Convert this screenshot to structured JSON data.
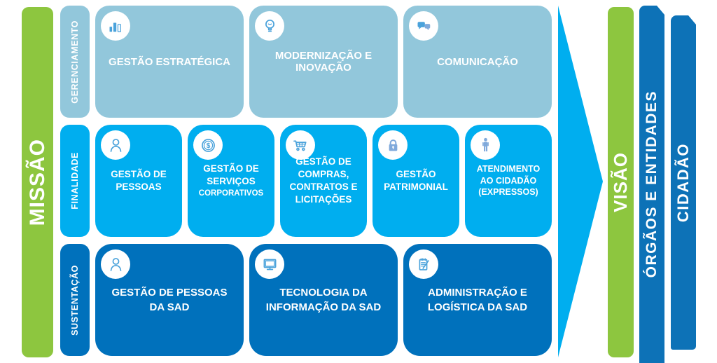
{
  "colors": {
    "green": "#8DC63F",
    "light_blue": "#92C7DB",
    "cyan_blue": "#00AEEF",
    "dark_blue": "#0071BC",
    "right_bar_blue": "#0D72B7",
    "icon_stroke_blue": "#4AA2DB",
    "icon_fill_blue": "#7FA9DB",
    "text": "#FFFFFF"
  },
  "left_axis": {
    "mission": "MISSÃO"
  },
  "rows": [
    {
      "label": "GERENCIAMENTO",
      "boxes": [
        {
          "title": "GESTÃO ESTRATÉGICA",
          "icon": "bar-chart-icon"
        },
        {
          "title": "MODERNIZAÇÃO E INOVAÇÃO",
          "icon": "lightbulb-icon"
        },
        {
          "title": "COMUNICAÇÃO",
          "icon": "chat-bubbles-icon"
        }
      ]
    },
    {
      "label": "FINALIDADE",
      "boxes": [
        {
          "title": "GESTÃO DE PESSOAS",
          "icon": "person-icon"
        },
        {
          "title": "GESTÃO DE SERVIÇOS",
          "subtitle": "CORPORATIVOS",
          "icon": "dollar-coin-icon"
        },
        {
          "title": "GESTÃO DE COMPRAS, CONTRATOS E LICITAÇÕES",
          "icon": "shopping-cart-icon"
        },
        {
          "title": "GESTÃO PATRIMONIAL",
          "icon": "padlock-icon"
        },
        {
          "title": "ATENDIMENTO AO CIDADÃO (EXPRESSOS)",
          "icon": "standing-person-icon"
        }
      ]
    },
    {
      "label": "SUSTENTAÇÃO",
      "boxes": [
        {
          "title": "GESTÃO DE PESSOAS DA SAD",
          "icon": "person-icon"
        },
        {
          "title": "TECNOLOGIA DA INFORMAÇÃO DA SAD",
          "icon": "monitor-icon"
        },
        {
          "title": "ADMINISTRAÇÃO E LOGÍSTICA DA SAD",
          "icon": "notepad-pencil-icon"
        }
      ]
    }
  ],
  "right_axis": {
    "vision": "VISÃO",
    "organs": "ÓRGÃOS E ENTIDADES",
    "citizen": "CIDADÃO"
  }
}
